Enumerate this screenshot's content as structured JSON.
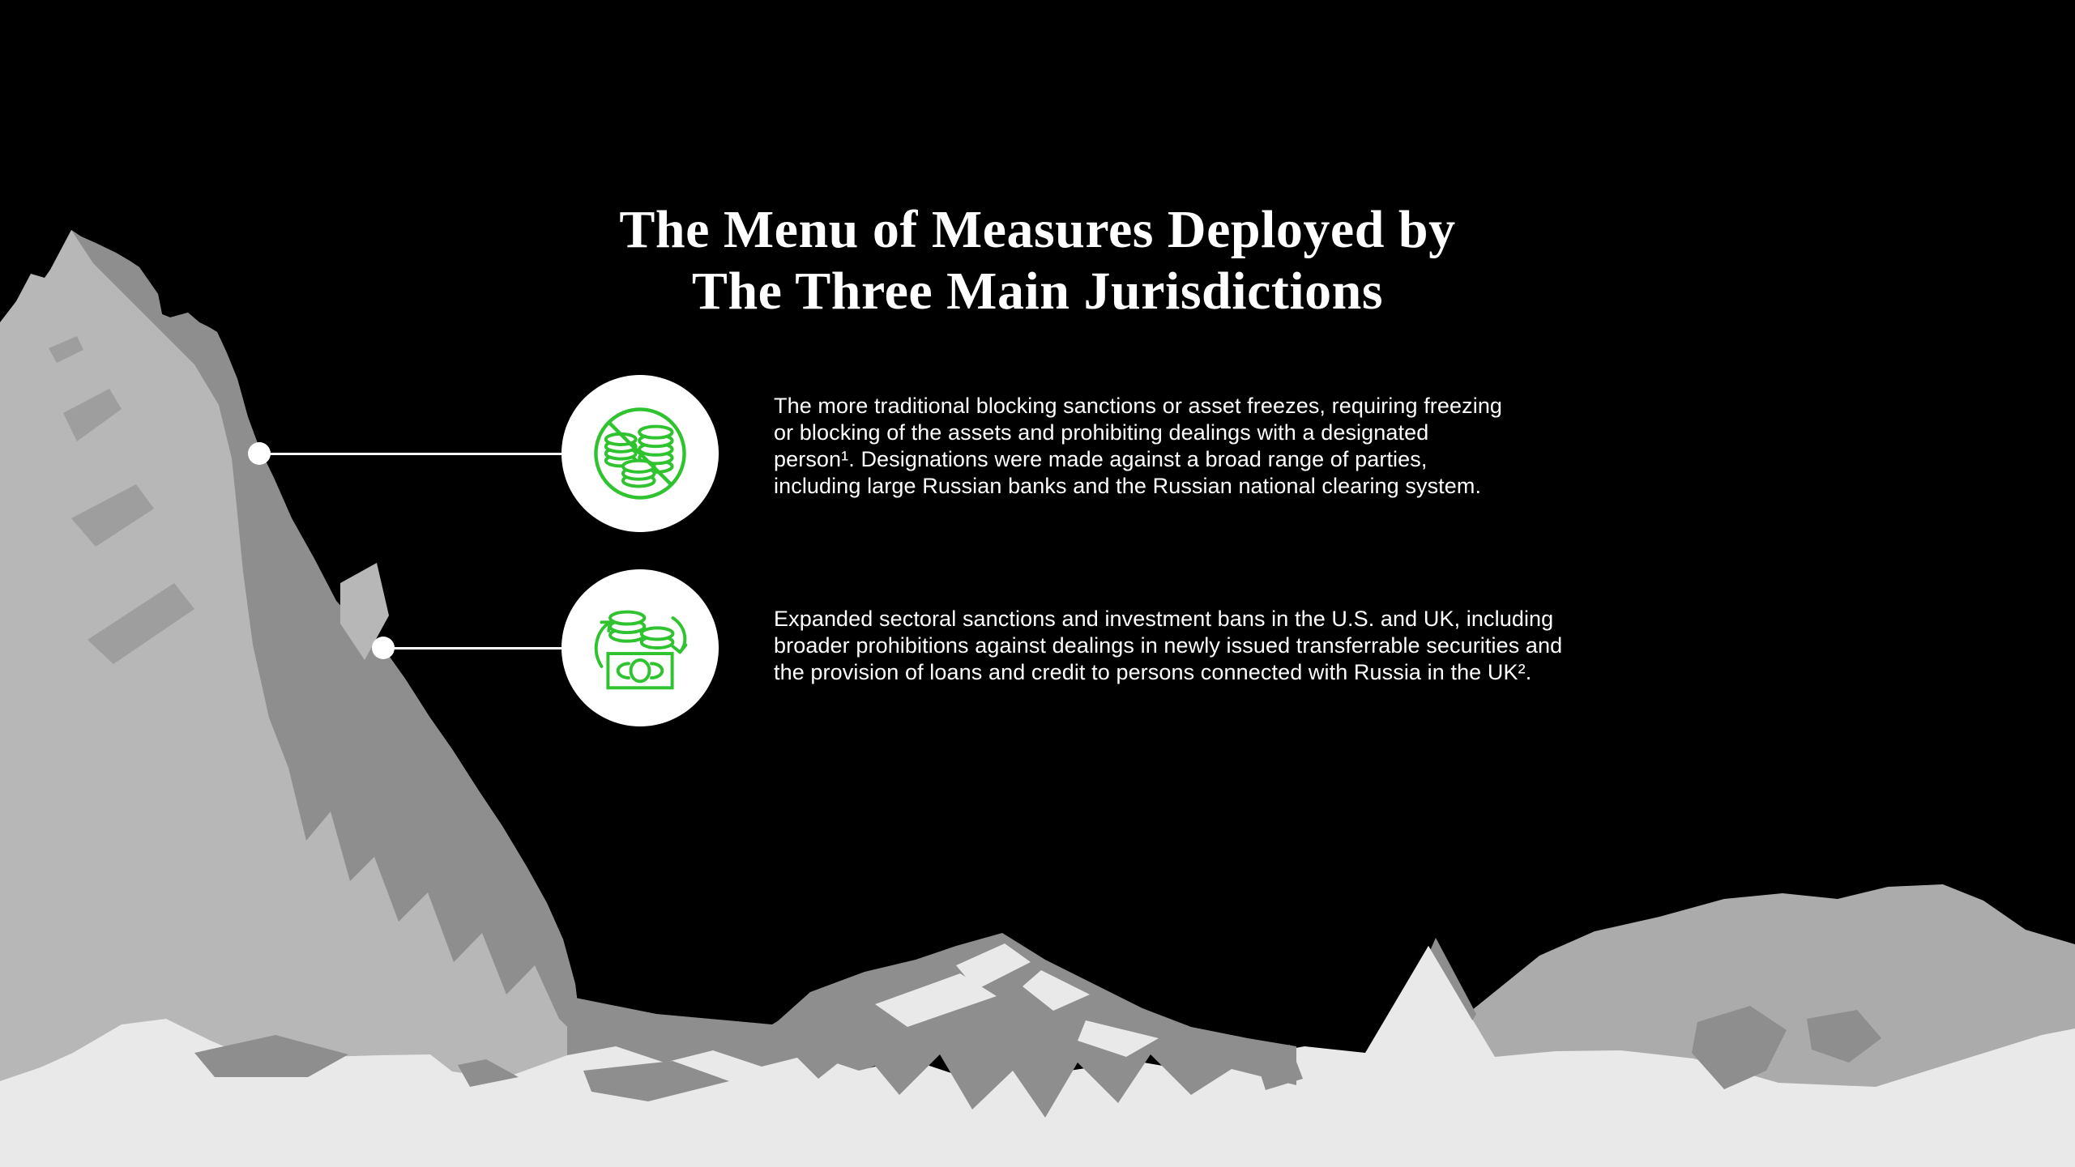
{
  "title": {
    "line1": "The Menu of Measures Deployed by",
    "line2": "The Three Main Jurisdictions"
  },
  "measures": [
    {
      "icon": "no-coins-icon",
      "lines": [
        "The more traditional blocking sanctions or asset freezes, requiring freezing",
        "or blocking of the assets and prohibiting dealings with a designated",
        "person¹. Designations were made against a broad range of parties,",
        "including large Russian banks and the Russian national clearing system."
      ]
    },
    {
      "icon": "currency-exchange-icon",
      "lines": [
        "Expanded sectoral sanctions and investment bans in the U.S. and UK, including",
        "broader prohibitions against dealings in newly issued transferrable securities and",
        "the provision of loans and credit to persons connected with Russia in the UK²."
      ]
    }
  ],
  "colors": {
    "background": "#000000",
    "text": "#FFFFFF",
    "accent_green": "#2FC42F",
    "connector": "#FFFFFF",
    "mountain_light": "#B7B7B7",
    "mountain_mid": "#ABABAB",
    "mountain_dark": "#8E8E8E",
    "mountain_streak": "#9E9E9E",
    "snow": "#E9E9E9"
  }
}
